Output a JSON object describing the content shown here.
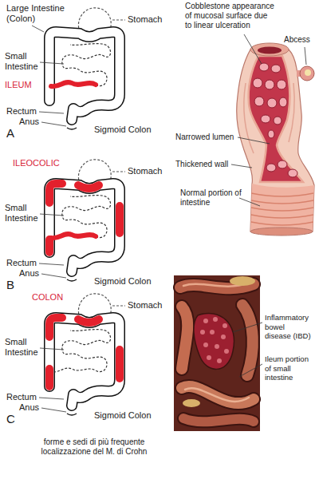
{
  "diagram": {
    "caption": "forme e sedi di più frequente localizzazione del M. di Crohn",
    "labels": [
      "Large Intestine (Colon)",
      "Stomach",
      "Small Intestine",
      "ILEUM",
      "Rectum",
      "Anus",
      "Sigmoid Colon",
      "A",
      "Cobblestone appearance of mucosal surface due to linear ulceration",
      "Abcess",
      "Narrowed lumen",
      "Thickened wall",
      "Normal portion of intestine",
      "ILEOCOLIC",
      "Stomach",
      "Small Intestine",
      "Rectum",
      "Anus",
      "Sigmoid Colon",
      "B",
      "COLON",
      "Stomach",
      "Small Intestine",
      "Rectum",
      "Anus",
      "Sigmoid Colon",
      "C",
      "Inflammatory bowel disease (IBD)",
      "Ileum portion of small intestine"
    ]
  }
}
